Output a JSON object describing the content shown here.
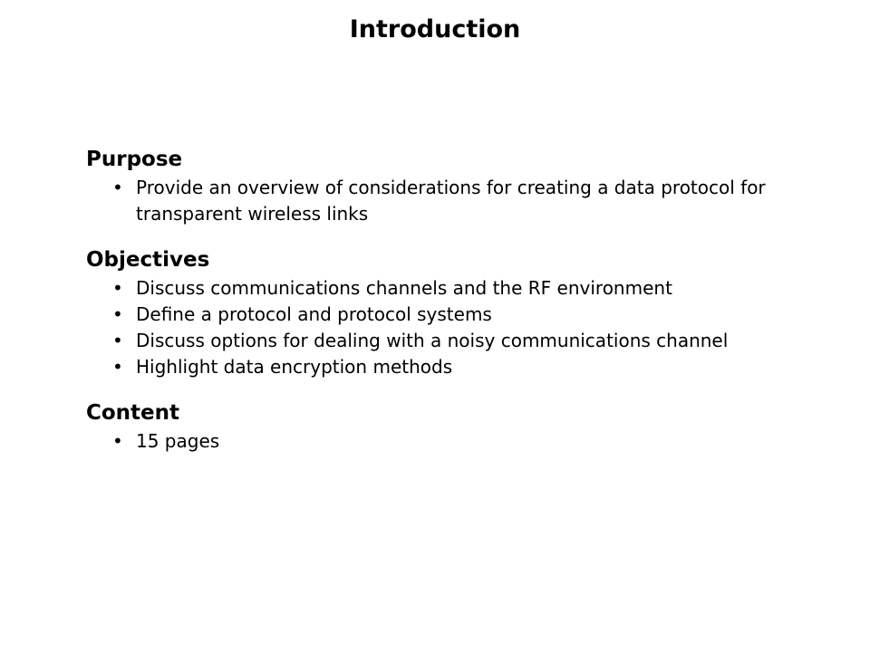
{
  "slide": {
    "title": "Introduction",
    "bullet_glyph": "•",
    "text_color": "#000000",
    "background_color": "#ffffff",
    "sections": [
      {
        "heading": "Purpose",
        "bullets": [
          "Provide an overview of considerations for creating a data protocol for transparent wireless links"
        ]
      },
      {
        "heading": "Objectives",
        "bullets": [
          "Discuss communications channels and the RF environment",
          "Define a protocol and protocol systems",
          "Discuss options for dealing with a noisy communications channel",
          "Highlight data encryption methods"
        ]
      },
      {
        "heading": "Content",
        "bullets": [
          "15 pages"
        ]
      }
    ]
  }
}
